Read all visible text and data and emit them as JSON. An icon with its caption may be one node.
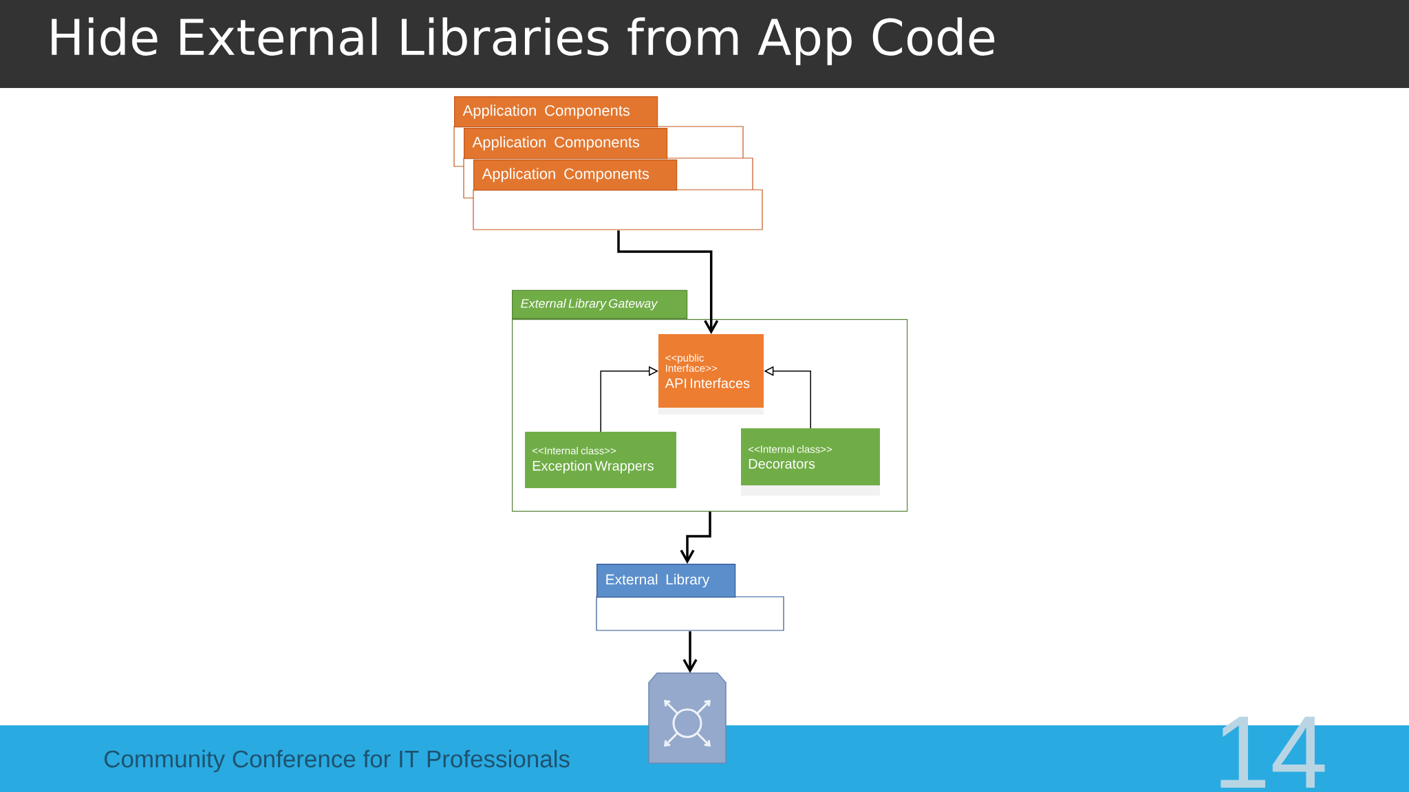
{
  "diagram": {
    "title": "Hide External Libraries from App Code",
    "nodes": [
      {
        "text": [
          "Application Components"
        ]
      },
      {
        "text": [
          "Application Components"
        ]
      },
      {
        "text": [
          "Application Components"
        ]
      },
      {
        "text": [
          "External Library Gateway"
        ]
      },
      {
        "text": [
          "<<public Interface>>",
          "API Interfaces"
        ],
        "in": 3
      },
      {
        "text": [
          "<<Internal class>>",
          "Exception Wrappers"
        ],
        "in": 3
      },
      {
        "text": [
          "<<Internal class>>",
          "Decorators"
        ],
        "in": 3
      },
      {
        "text": [
          "External Library"
        ]
      },
      {
        "text": [],
        "shape": "box"
      }
    ],
    "edges": [
      {
        "from": 2,
        "to": 4,
        "arrow": "to"
      },
      {
        "from": 5,
        "to": 4,
        "arrow": "to"
      },
      {
        "from": 6,
        "to": 4,
        "arrow": "to"
      },
      {
        "from": 3,
        "to": 7,
        "arrow": "to"
      },
      {
        "from": 7,
        "to": 8,
        "arrow": "to"
      }
    ],
    "labels": [
      "Community Conference for IT Professionals",
      "14"
    ]
  }
}
